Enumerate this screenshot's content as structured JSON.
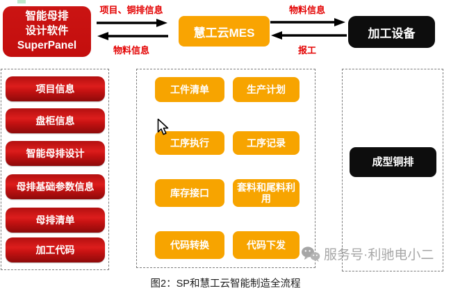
{
  "flow": {
    "sp_box": {
      "line1": "智能母排",
      "line2": "设计软件",
      "line3": "SuperPanel"
    },
    "mes_box": {
      "label": "慧工云MES"
    },
    "device_box": {
      "label": "加工设备"
    },
    "link_sp_mes": {
      "forward_label": "项目、铜排信息",
      "back_label": "物料信息"
    },
    "link_mes_device": {
      "forward_label": "物料信息",
      "back_label": "报工"
    }
  },
  "sp_panel": {
    "items": [
      "项目信息",
      "盘柜信息",
      "智能母排设计",
      "母排基础参数信息",
      "母排清单",
      "加工代码"
    ]
  },
  "mes_panel": {
    "items": [
      "工件清单",
      "生产计划",
      "工序执行",
      "工序记录",
      "库存接口",
      "套料和尾料利用",
      "代码转换",
      "代码下发"
    ]
  },
  "output_panel": {
    "items": [
      "成型铜排"
    ]
  },
  "caption": "图2：SP和慧工云智能制造全流程",
  "watermark": {
    "icon": "wechat-icon",
    "text": "服务号·利驰电小二"
  },
  "colors": {
    "red": "#c9100f",
    "orange": "#f7a400",
    "black": "#0d0d0d",
    "label_red": "#e30000",
    "watermark_gray": "#969696",
    "green_mark": "#bfe9cd"
  }
}
